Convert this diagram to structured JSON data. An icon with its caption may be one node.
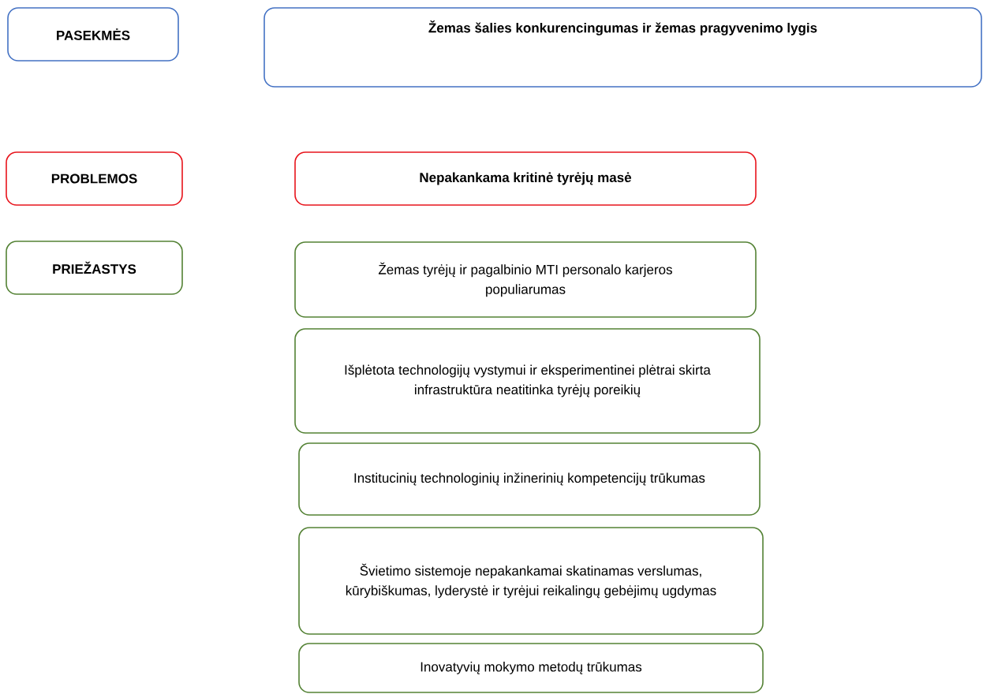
{
  "diagram": {
    "nodes": [
      {
        "text": [
          "PASEKMĖS"
        ]
      },
      {
        "text": [
          "Žemas šalies konkurencingumas ir žemas pragyvenimo lygis"
        ]
      },
      {
        "text": [
          "PROBLEMOS"
        ]
      },
      {
        "text": [
          "Nepakankama kritinė tyrėjų masė"
        ]
      },
      {
        "text": [
          "PRIEŽASTYS"
        ]
      },
      {
        "text": [
          "Žemas tyrėjų ir pagalbinio MTI personalo karjeros populiarumas"
        ]
      },
      {
        "text": [
          "Išplėtota technologijų vystymui ir eksperimentinei plėtrai skirta infrastruktūra neatitinka tyrėjų poreikių"
        ]
      },
      {
        "text": [
          "Institucinių technologinių inžinerinių kompetencijų trūkumas"
        ]
      },
      {
        "text": [
          "Švietimo sistemoje nepakankamai skatinamas verslumas, kūrybiškumas, lyderystė ir tyrėjui reikalingų gebėjimų ugdymas"
        ]
      },
      {
        "text": [
          "Inovatyvių mokymo metodų trūkumas"
        ]
      }
    ]
  }
}
